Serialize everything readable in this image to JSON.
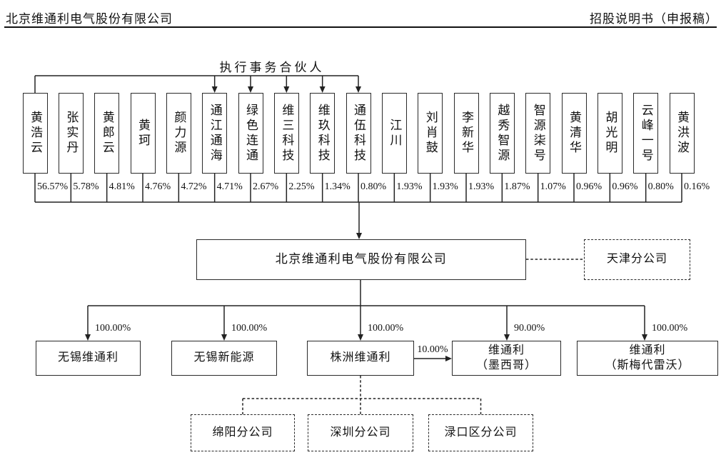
{
  "header": {
    "left_title": "北京维通利电气股份有限公司",
    "right_title": "招股说明书（申报稿）"
  },
  "diagram": {
    "executive_partner_label": "执行事务合伙人",
    "shareholders": [
      {
        "name": "黄浩云",
        "pct": "56.57%"
      },
      {
        "name": "张实丹",
        "pct": "5.78%"
      },
      {
        "name": "黄郎云",
        "pct": "4.81%"
      },
      {
        "name": "黄珂",
        "pct": "4.76%"
      },
      {
        "name": "颜力源",
        "pct": "4.72%"
      },
      {
        "name": "通江通海",
        "pct": "4.71%",
        "executive_partner_arrow": true
      },
      {
        "name": "绿色连通",
        "pct": "2.67%",
        "executive_partner_arrow": true
      },
      {
        "name": "维三科技",
        "pct": "2.25%",
        "executive_partner_arrow": true
      },
      {
        "name": "维玖科技",
        "pct": "1.34%",
        "executive_partner_arrow": true
      },
      {
        "name": "通伍科技",
        "pct": "0.80%",
        "executive_partner_arrow": true
      },
      {
        "name": "江川",
        "pct": "1.93%"
      },
      {
        "name": "刘肖鼓",
        "pct": "1.93%"
      },
      {
        "name": "李新华",
        "pct": "1.93%"
      },
      {
        "name": "越秀智源",
        "pct": "1.87%"
      },
      {
        "name": "智源柒号",
        "pct": "1.07%"
      },
      {
        "name": "黄清华",
        "pct": "0.96%"
      },
      {
        "name": "胡光明",
        "pct": "0.96%"
      },
      {
        "name": "云峰一号",
        "pct": "0.80%"
      },
      {
        "name": "黄洪波",
        "pct": "0.16%"
      }
    ],
    "company": {
      "name": "北京维通利电气股份有限公司"
    },
    "tianjin_branch": {
      "name": "天津分公司"
    },
    "subsidiaries": [
      {
        "line1": "无锡维通利",
        "line2": "",
        "pct": "100.00%"
      },
      {
        "line1": "无锡新能源",
        "line2": "",
        "pct": "100.00%"
      },
      {
        "line1": "株洲维通利",
        "line2": "",
        "pct": "100.00%"
      },
      {
        "line1": "维通利",
        "line2": "（墨西哥）",
        "pct": "90.00%"
      },
      {
        "line1": "维通利",
        "line2": "（斯梅代雷沃）",
        "pct": "100.00%"
      }
    ],
    "cross_holding": {
      "pct": "10.00%"
    },
    "sub_branches": [
      {
        "name": "绵阳分公司"
      },
      {
        "name": "深圳分公司"
      },
      {
        "name": "渌口区分公司"
      }
    ],
    "colors": {
      "line": "#222222",
      "text": "#111111",
      "border": "#2a2a2a"
    }
  }
}
